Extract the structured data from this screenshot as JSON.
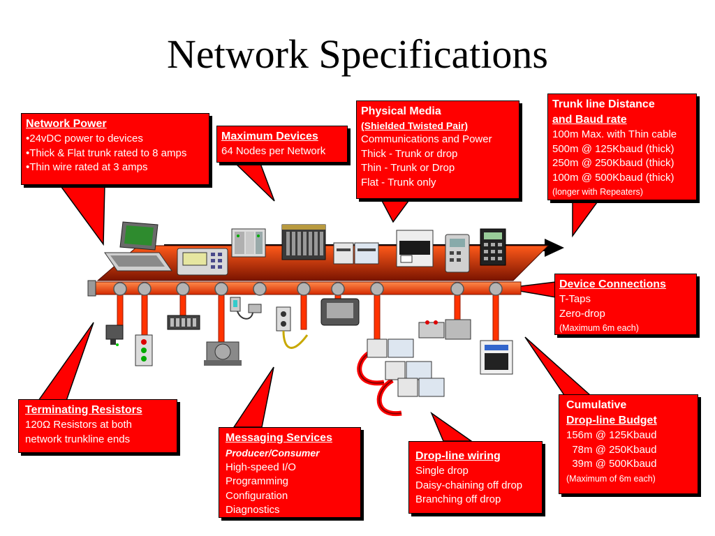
{
  "slide": {
    "title": "Network Specifications"
  },
  "callouts": {
    "network_power": {
      "heading": "Network Power",
      "lines": [
        "•24vDC power to devices",
        "•Thick & Flat trunk rated to 8 amps",
        "•Thin wire rated at 3 amps"
      ]
    },
    "maximum_devices": {
      "heading": "Maximum Devices",
      "lines": [
        "64 Nodes per Network"
      ]
    },
    "physical_media": {
      "heading": "Physical Media",
      "subheading": "(Shielded Twisted Pair)",
      "lines": [
        "Communications and Power",
        "Thick - Trunk or drop",
        "Thin - Trunk or Drop",
        "Flat - Trunk only"
      ]
    },
    "trunk_line": {
      "heading1": "Trunk line Distance",
      "heading2": "and Baud rate",
      "lines": [
        "100m Max. with Thin cable",
        "500m @ 125Kbaud (thick)",
        "250m @ 250Kbaud (thick)",
        "100m @ 500Kbaud (thick)"
      ],
      "note": "(longer with Repeaters)"
    },
    "device_connections": {
      "heading": "Device Connections",
      "lines": [
        "T-Taps",
        "Zero-drop"
      ],
      "note": "(Maximum 6m each)"
    },
    "cumulative": {
      "heading1": "Cumulative",
      "heading2": "Drop-line Budget",
      "lines": [
        "156m @ 125Kbaud",
        "  78m @ 250Kbaud",
        "  39m @ 500Kbaud"
      ],
      "note": "(Maximum of 6m each)"
    },
    "drop_line_wiring": {
      "heading": "Drop-line wiring",
      "lines": [
        "Single drop",
        "Daisy-chaining off drop",
        "Branching off drop"
      ]
    },
    "messaging_services": {
      "heading": "Messaging Services",
      "subheading": "Producer/Consumer",
      "lines": [
        "High-speed I/O",
        "Programming",
        "Configuration",
        "Diagnostics"
      ]
    },
    "terminating_resistors": {
      "heading": "Terminating Resistors",
      "lines": [
        "120Ω Resistors at both",
        "network trunkline ends"
      ]
    }
  },
  "colors": {
    "callout_fill": "#ff0000",
    "trunk_fill": "#ff3300",
    "trunk_dark": "#8a1a00",
    "tap_fill": "#b4b4b4",
    "text": "#ffffff"
  }
}
